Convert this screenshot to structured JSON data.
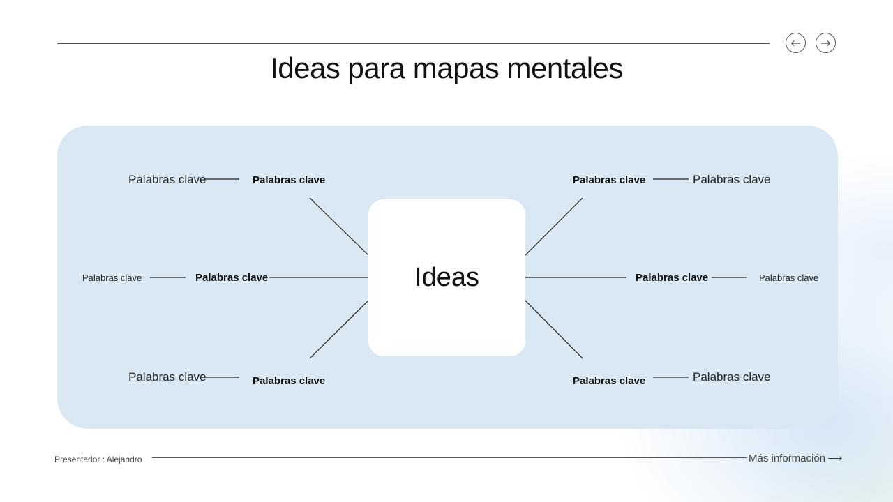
{
  "header": {
    "title": "Ideas para mapas mentales",
    "prev_icon": "arrow-left-icon",
    "next_icon": "arrow-right-icon"
  },
  "mindmap": {
    "center": "Ideas",
    "left": {
      "top": {
        "inner": "Palabras clave",
        "outer": "Palabras clave"
      },
      "middle": {
        "inner": "Palabras clave",
        "outer": "Palabras clave"
      },
      "bottom": {
        "inner": "Palabras clave",
        "outer": "Palabras clave"
      }
    },
    "right": {
      "top": {
        "inner": "Palabras clave",
        "outer": "Palabras clave"
      },
      "middle": {
        "inner": "Palabras clave",
        "outer": "Palabras clave"
      },
      "bottom": {
        "inner": "Palabras clave",
        "outer": "Palabras clave"
      }
    },
    "panel_color": "#dae8f3"
  },
  "footer": {
    "presenter": "Presentador : Alejandro",
    "more_label": "Más información",
    "more_arrow": "⟶"
  }
}
